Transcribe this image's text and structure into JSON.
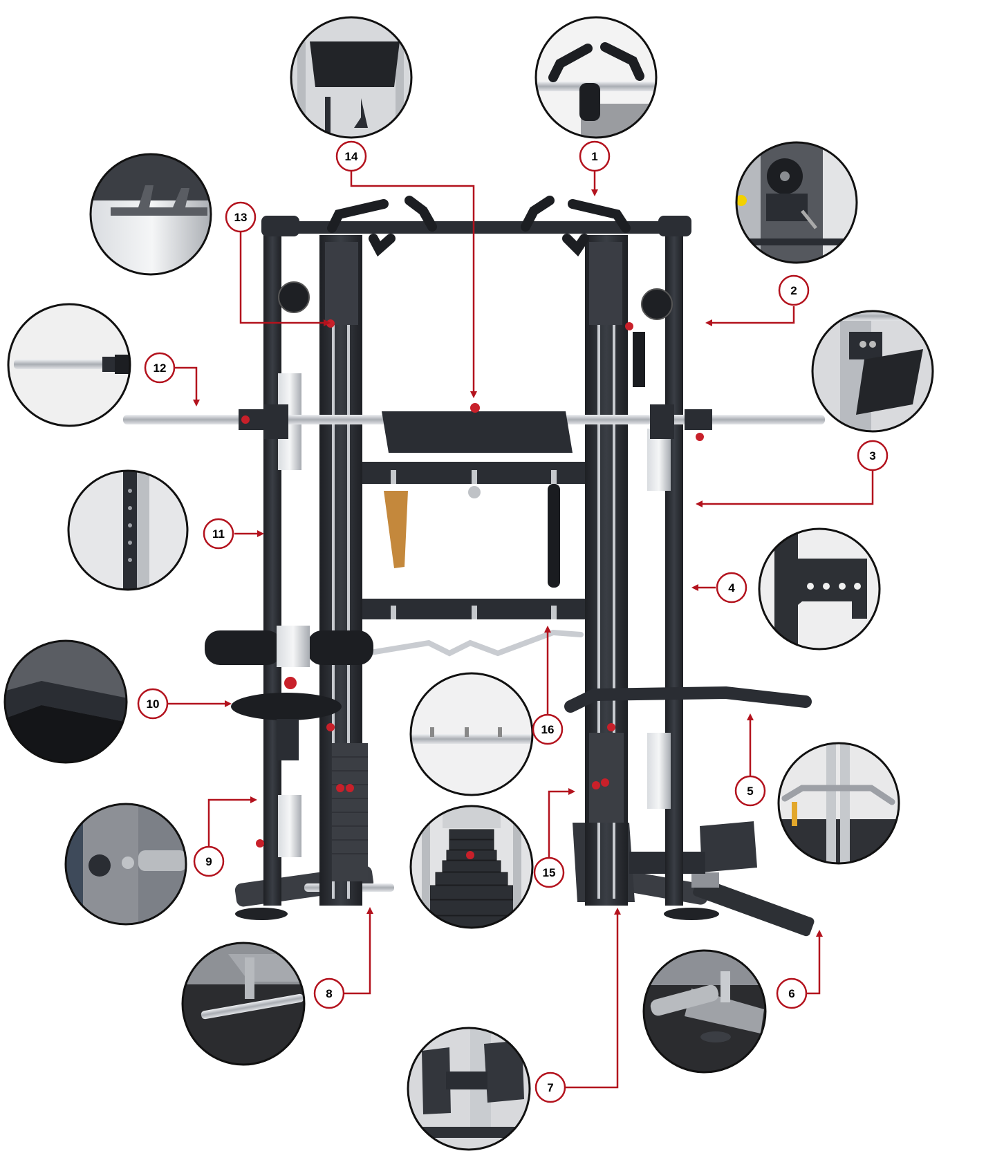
{
  "diagram": {
    "colors": {
      "accent": "#b3121d",
      "frame": "#2a2d33",
      "frame_dark": "#1a1c20",
      "chrome": "#c9ccd1",
      "background": "#ffffff"
    },
    "callouts": [
      {
        "id": "1",
        "icon": "wide-grip-pull-up-handles-icon",
        "target": "multi-grip pull-up bar"
      },
      {
        "id": "2",
        "icon": "pulley-carriage-icon",
        "target": "adjustable cable pulley"
      },
      {
        "id": "3",
        "icon": "pull-pin-bracket-icon",
        "target": "frame mount bracket"
      },
      {
        "id": "4",
        "icon": "j-hook-icon",
        "target": "barbell J-hook"
      },
      {
        "id": "5",
        "icon": "dip-handles-icon",
        "target": "dip station handles"
      },
      {
        "id": "6",
        "icon": "landmine-icon",
        "target": "landmine attachment"
      },
      {
        "id": "7",
        "icon": "foot-plate-icon",
        "target": "foot platform"
      },
      {
        "id": "8",
        "icon": "weight-storage-horn-icon",
        "target": "plate storage horn"
      },
      {
        "id": "9",
        "icon": "safety-pin-icon",
        "target": "pull-pin adjustment"
      },
      {
        "id": "10",
        "icon": "seat-pad-icon",
        "target": "seat pad"
      },
      {
        "id": "11",
        "icon": "numbered-upright-icon",
        "target": "numbered height positions"
      },
      {
        "id": "12",
        "icon": "barbell-icon",
        "target": "Olympic barbell"
      },
      {
        "id": "13",
        "icon": "bar-catch-hooks-icon",
        "target": "smith bar catches"
      },
      {
        "id": "14",
        "icon": "top-shroud-icon",
        "target": "top cover plate"
      },
      {
        "id": "15",
        "icon": "weight-stack-icon",
        "target": "selectorized weight stack"
      },
      {
        "id": "16",
        "icon": "accessory-hooks-icon",
        "target": "accessory storage hooks"
      }
    ]
  }
}
